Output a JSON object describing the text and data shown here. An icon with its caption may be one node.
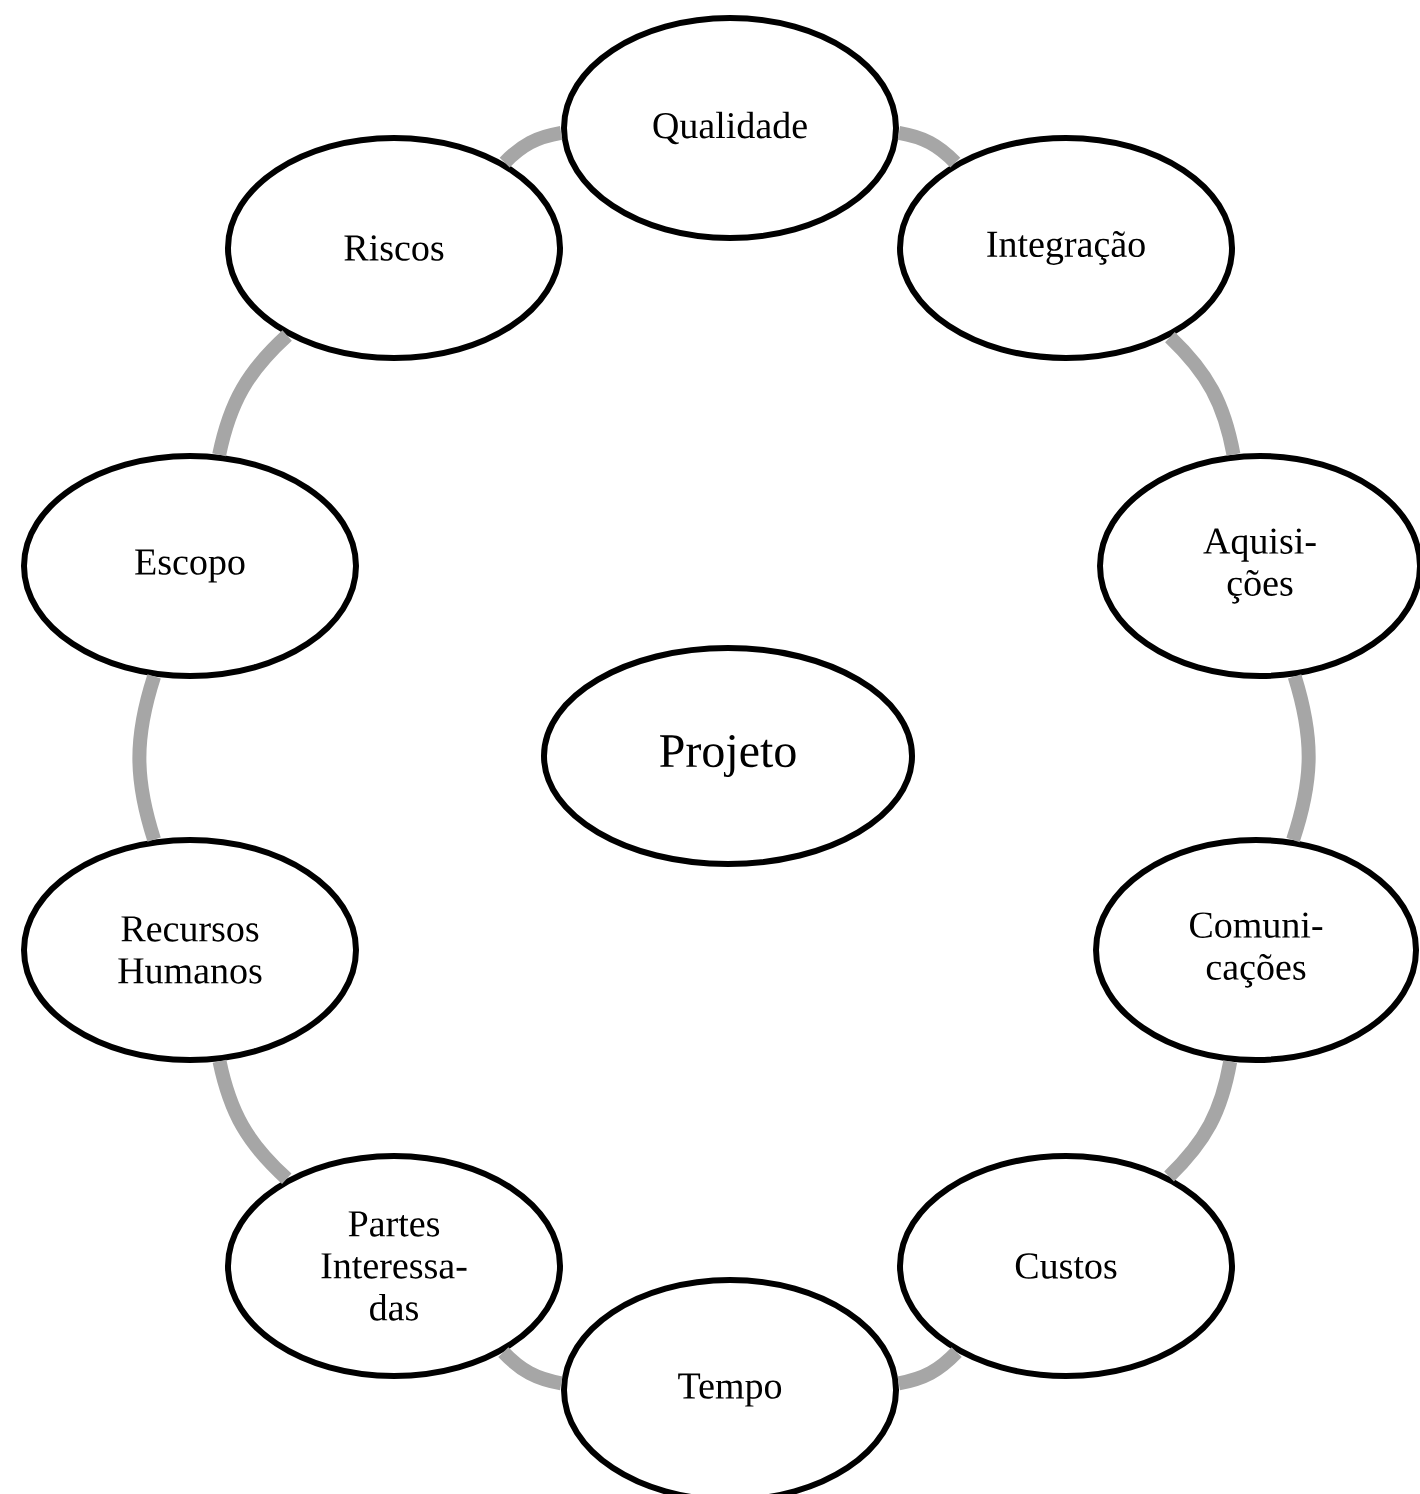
{
  "diagram": {
    "nodes": [
      {
        "text": [
          "Qualidade"
        ]
      },
      {
        "text": [
          "Riscos"
        ]
      },
      {
        "text": [
          "Integração"
        ]
      },
      {
        "text": [
          "Escopo"
        ]
      },
      {
        "text": [
          "Aquisi- ções"
        ]
      },
      {
        "text": [
          "Projeto"
        ]
      },
      {
        "text": [
          "Recursos Humanos"
        ]
      },
      {
        "text": [
          "Comuni- cações"
        ]
      },
      {
        "text": [
          "Partes Interessa- das"
        ]
      },
      {
        "text": [
          "Custos"
        ]
      },
      {
        "text": [
          "Tempo"
        ]
      }
    ],
    "edges": [
      {
        "from": 0,
        "to": 2,
        "arrow": "none"
      },
      {
        "from": 2,
        "to": 4,
        "arrow": "none"
      },
      {
        "from": 4,
        "to": 7,
        "arrow": "none"
      },
      {
        "from": 7,
        "to": 9,
        "arrow": "none"
      },
      {
        "from": 9,
        "to": 10,
        "arrow": "none"
      },
      {
        "from": 10,
        "to": 8,
        "arrow": "none"
      },
      {
        "from": 8,
        "to": 6,
        "arrow": "none"
      },
      {
        "from": 6,
        "to": 3,
        "arrow": "none"
      },
      {
        "from": 3,
        "to": 1,
        "arrow": "none"
      },
      {
        "from": 1,
        "to": 0,
        "arrow": "none"
      }
    ]
  }
}
